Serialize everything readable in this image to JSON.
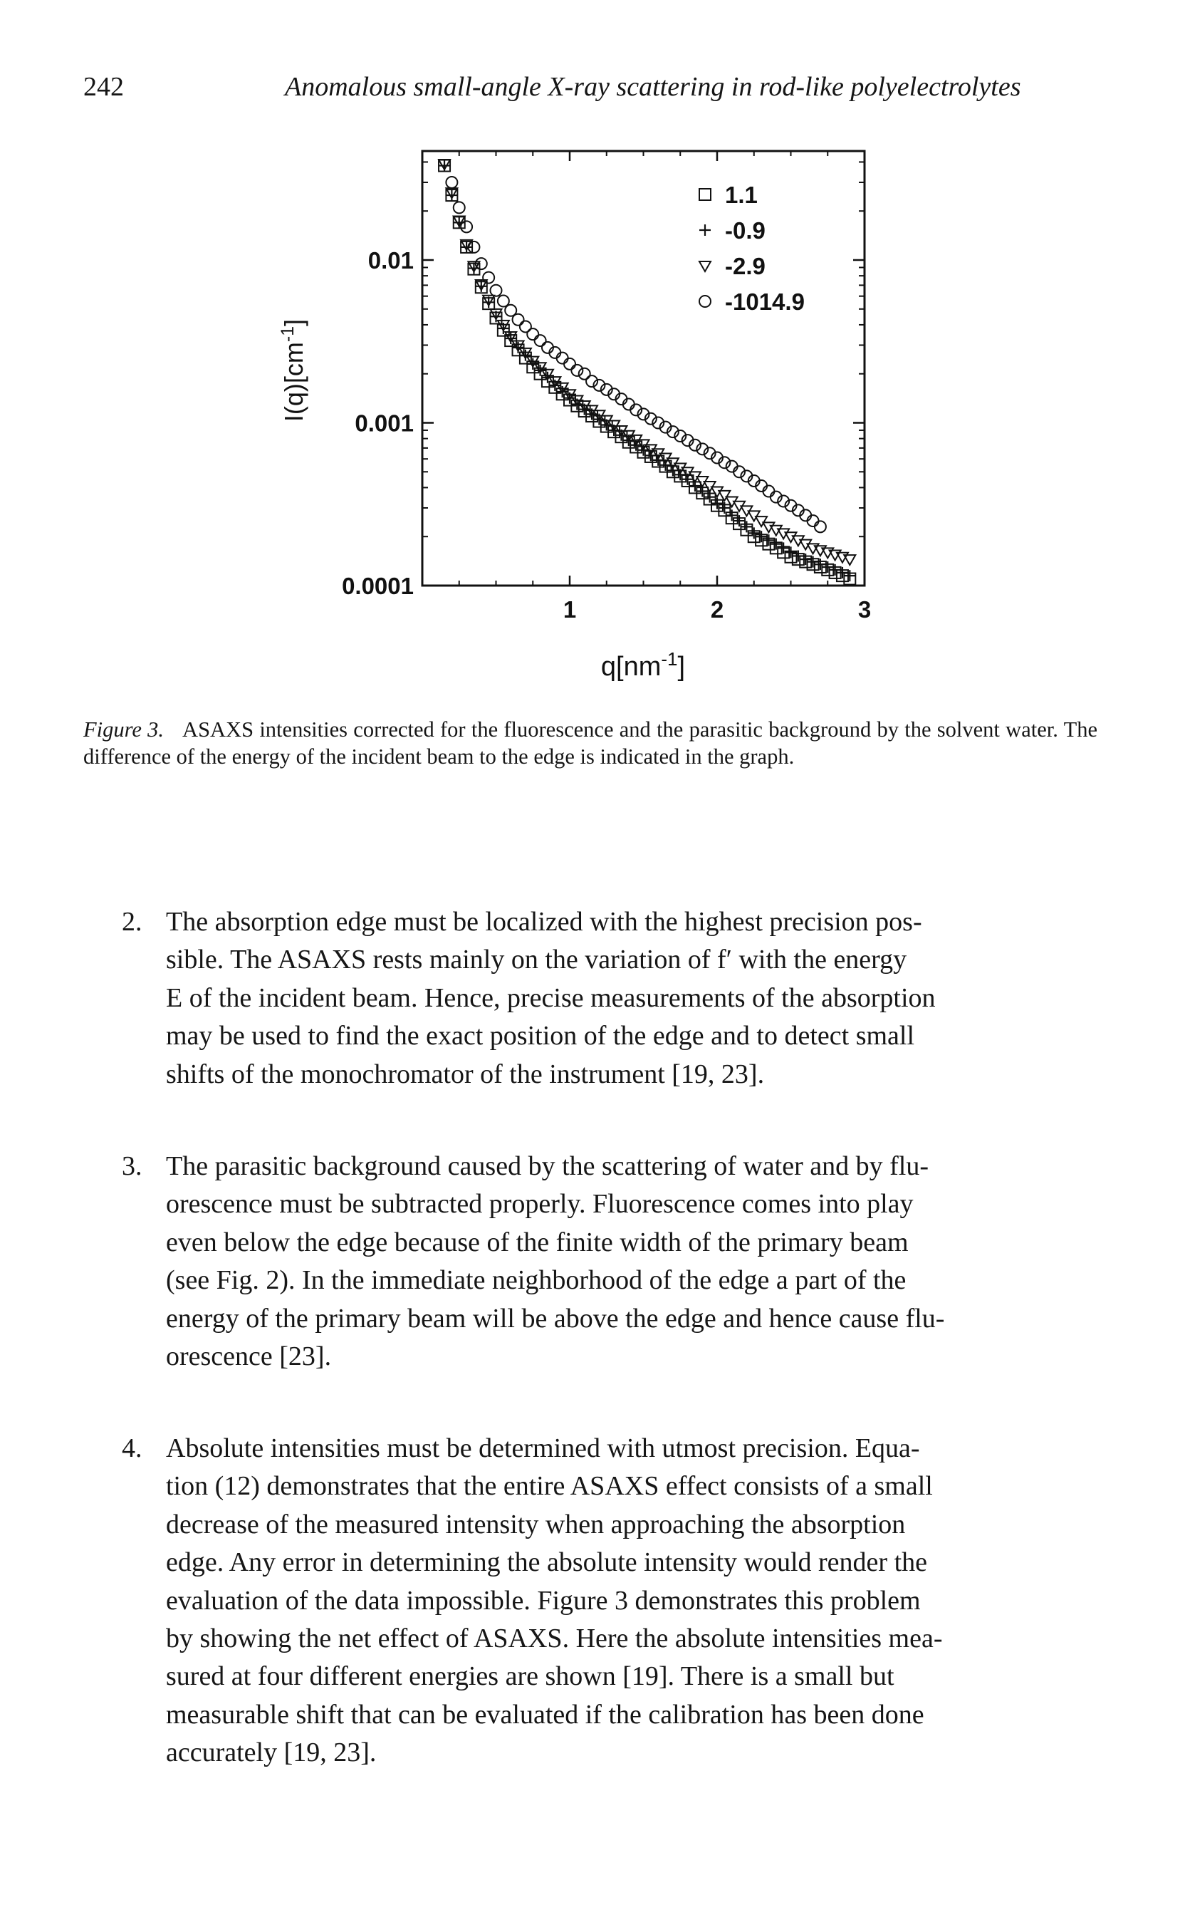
{
  "header": {
    "page_number": "242",
    "running_title": "Anomalous small-angle X-ray scattering in rod-like polyelectrolytes"
  },
  "figure": {
    "caption_label": "Figure 3.",
    "caption_text": "ASAXS intensities corrected for the fluorescence and the parasitic background by the solvent water. The difference of the energy of the incident beam to the edge is indicated in the graph."
  },
  "chart_data": {
    "type": "scatter",
    "xlabel": "q[nm⁻¹]",
    "ylabel": "I(q)[cm⁻¹]",
    "x_ticks": [
      "1",
      "2",
      "3"
    ],
    "y_ticks": [
      "0.01",
      "0.001",
      "0.0001"
    ],
    "xlim": [
      0.0,
      3.0
    ],
    "ylim": [
      0.0001,
      0.04
    ],
    "y_scale": "log",
    "grid": false,
    "legend_position": "top-right",
    "series": [
      {
        "name": "1.1",
        "marker": "square",
        "x": [
          0.15,
          0.2,
          0.25,
          0.3,
          0.35,
          0.4,
          0.45,
          0.5,
          0.55,
          0.6,
          0.65,
          0.7,
          0.75,
          0.8,
          0.85,
          0.9,
          0.95,
          1.0,
          1.05,
          1.1,
          1.15,
          1.2,
          1.25,
          1.3,
          1.35,
          1.4,
          1.45,
          1.5,
          1.55,
          1.6,
          1.65,
          1.7,
          1.75,
          1.8,
          1.85,
          1.9,
          1.95,
          2.0,
          2.05,
          2.1,
          2.15,
          2.2,
          2.25,
          2.3,
          2.35,
          2.4,
          2.45,
          2.5,
          2.55,
          2.6,
          2.65,
          2.7,
          2.75,
          2.8,
          2.85,
          2.9
        ],
        "y": [
          0.038,
          0.025,
          0.017,
          0.012,
          0.0088,
          0.0068,
          0.0054,
          0.0044,
          0.0037,
          0.0032,
          0.0028,
          0.0025,
          0.0022,
          0.002,
          0.0018,
          0.00165,
          0.0015,
          0.00138,
          0.00127,
          0.00118,
          0.0011,
          0.00102,
          0.00095,
          0.00088,
          0.00082,
          0.00076,
          0.00071,
          0.00066,
          0.00062,
          0.00058,
          0.00054,
          0.0005,
          0.00047,
          0.00044,
          0.0004,
          0.00037,
          0.00034,
          0.00031,
          0.00029,
          0.00026,
          0.00024,
          0.00022,
          0.0002,
          0.00019,
          0.00018,
          0.00017,
          0.00016,
          0.00015,
          0.000145,
          0.00014,
          0.000135,
          0.00013,
          0.000125,
          0.00012,
          0.000115,
          0.00011
        ]
      },
      {
        "name": "-0.9",
        "marker": "plus",
        "x": [
          0.15,
          0.2,
          0.25,
          0.3,
          0.35,
          0.4,
          0.45,
          0.5,
          0.55,
          0.6,
          0.65,
          0.7,
          0.75,
          0.8,
          0.85,
          0.9,
          0.95,
          1.0,
          1.05,
          1.1,
          1.15,
          1.2,
          1.25,
          1.3,
          1.35,
          1.4,
          1.45,
          1.5,
          1.55,
          1.6,
          1.65,
          1.7,
          1.75,
          1.8,
          1.85,
          1.9,
          1.95,
          2.0,
          2.05,
          2.1,
          2.15,
          2.2,
          2.25,
          2.3,
          2.35,
          2.4,
          2.45,
          2.5,
          2.55,
          2.6,
          2.65,
          2.7,
          2.75,
          2.8,
          2.85,
          2.9
        ],
        "y": [
          0.038,
          0.025,
          0.017,
          0.012,
          0.0089,
          0.0069,
          0.0055,
          0.0045,
          0.0038,
          0.0033,
          0.0029,
          0.0026,
          0.0023,
          0.0021,
          0.0019,
          0.0017,
          0.00155,
          0.00142,
          0.0013,
          0.00121,
          0.00113,
          0.00105,
          0.00097,
          0.0009,
          0.00084,
          0.00078,
          0.00073,
          0.00068,
          0.00063,
          0.00059,
          0.00055,
          0.00051,
          0.00048,
          0.00045,
          0.00041,
          0.00038,
          0.00035,
          0.00032,
          0.0003,
          0.00027,
          0.00025,
          0.00023,
          0.00021,
          0.0002,
          0.00019,
          0.00018,
          0.00017,
          0.00016,
          0.000152,
          0.000145,
          0.00014,
          0.000135,
          0.00013,
          0.000125,
          0.00012,
          0.000115
        ]
      },
      {
        "name": "-2.9",
        "marker": "triangle-down",
        "x": [
          0.15,
          0.2,
          0.25,
          0.3,
          0.35,
          0.4,
          0.45,
          0.5,
          0.55,
          0.6,
          0.65,
          0.7,
          0.75,
          0.8,
          0.85,
          0.9,
          0.95,
          1.0,
          1.05,
          1.1,
          1.15,
          1.2,
          1.25,
          1.3,
          1.35,
          1.4,
          1.45,
          1.5,
          1.55,
          1.6,
          1.65,
          1.7,
          1.75,
          1.8,
          1.85,
          1.9,
          1.95,
          2.0,
          2.05,
          2.1,
          2.15,
          2.2,
          2.25,
          2.3,
          2.35,
          2.4,
          2.45,
          2.5,
          2.55,
          2.6,
          2.65,
          2.7,
          2.75,
          2.8,
          2.85,
          2.9
        ],
        "y": [
          0.039,
          0.026,
          0.0175,
          0.0125,
          0.0092,
          0.0071,
          0.0057,
          0.0047,
          0.004,
          0.0034,
          0.003,
          0.0027,
          0.0024,
          0.0022,
          0.002,
          0.0018,
          0.00165,
          0.0015,
          0.00138,
          0.00128,
          0.0012,
          0.00112,
          0.00104,
          0.00097,
          0.0009,
          0.00084,
          0.00079,
          0.00074,
          0.00069,
          0.00065,
          0.00061,
          0.00057,
          0.00053,
          0.0005,
          0.00047,
          0.00044,
          0.00041,
          0.00038,
          0.00036,
          0.00033,
          0.00031,
          0.00029,
          0.00027,
          0.00025,
          0.00023,
          0.00022,
          0.00021,
          0.0002,
          0.00019,
          0.00018,
          0.00017,
          0.000165,
          0.00016,
          0.000155,
          0.00015,
          0.000145
        ]
      },
      {
        "name": "-1014.9",
        "marker": "circle",
        "x": [
          0.2,
          0.25,
          0.3,
          0.35,
          0.4,
          0.45,
          0.5,
          0.55,
          0.6,
          0.65,
          0.7,
          0.75,
          0.8,
          0.85,
          0.9,
          0.95,
          1.0,
          1.05,
          1.1,
          1.15,
          1.2,
          1.25,
          1.3,
          1.35,
          1.4,
          1.45,
          1.5,
          1.55,
          1.6,
          1.65,
          1.7,
          1.75,
          1.8,
          1.85,
          1.9,
          1.95,
          2.0,
          2.05,
          2.1,
          2.15,
          2.2,
          2.25,
          2.3,
          2.35,
          2.4,
          2.45,
          2.5,
          2.55,
          2.6,
          2.65,
          2.7
        ],
        "y": [
          0.03,
          0.021,
          0.016,
          0.012,
          0.0095,
          0.0078,
          0.0065,
          0.0056,
          0.0049,
          0.0043,
          0.0039,
          0.0035,
          0.0032,
          0.0029,
          0.0027,
          0.0025,
          0.0023,
          0.0021,
          0.002,
          0.0018,
          0.0017,
          0.0016,
          0.0015,
          0.0014,
          0.0013,
          0.0012,
          0.00113,
          0.00106,
          0.001,
          0.00094,
          0.00088,
          0.00083,
          0.00078,
          0.00073,
          0.00069,
          0.00065,
          0.00061,
          0.00057,
          0.00054,
          0.0005,
          0.00047,
          0.00044,
          0.00041,
          0.00038,
          0.00035,
          0.00033,
          0.00031,
          0.00029,
          0.00027,
          0.00025,
          0.00023
        ]
      }
    ]
  },
  "list_items": [
    {
      "number": "2.",
      "lines": [
        "The absorption edge must be localized with the highest precision pos-",
        "sible. The ASAXS rests mainly on the variation of f′ with the energy",
        "E of the incident beam. Hence, precise measurements of the absorption",
        "may be used to find the exact position of the edge and to detect small",
        "shifts of the monochromator of the instrument [19, 23]."
      ]
    },
    {
      "number": "3.",
      "lines": [
        "The parasitic background caused by the scattering of water and by flu-",
        "orescence must be subtracted properly. Fluorescence comes into play",
        "even below the edge because of the finite width of the primary beam",
        "(see Fig. 2). In the immediate neighborhood of the edge a part of the",
        "energy of the primary beam will be above the edge and hence cause flu-",
        "orescence [23]."
      ]
    },
    {
      "number": "4.",
      "lines": [
        "Absolute intensities must be determined with utmost precision. Equa-",
        "tion (12) demonstrates that the entire ASAXS effect consists of a small",
        "decrease of the measured intensity when approaching the absorption",
        "edge. Any error in determining the absolute intensity would render the",
        "evaluation of the data impossible. Figure 3 demonstrates this problem",
        "by showing the net effect of ASAXS. Here the absolute intensities mea-",
        "sured at four different energies are shown [19]. There is a small but",
        "measurable shift that can be evaluated if the calibration has been done",
        "accurately [19, 23]."
      ]
    }
  ]
}
